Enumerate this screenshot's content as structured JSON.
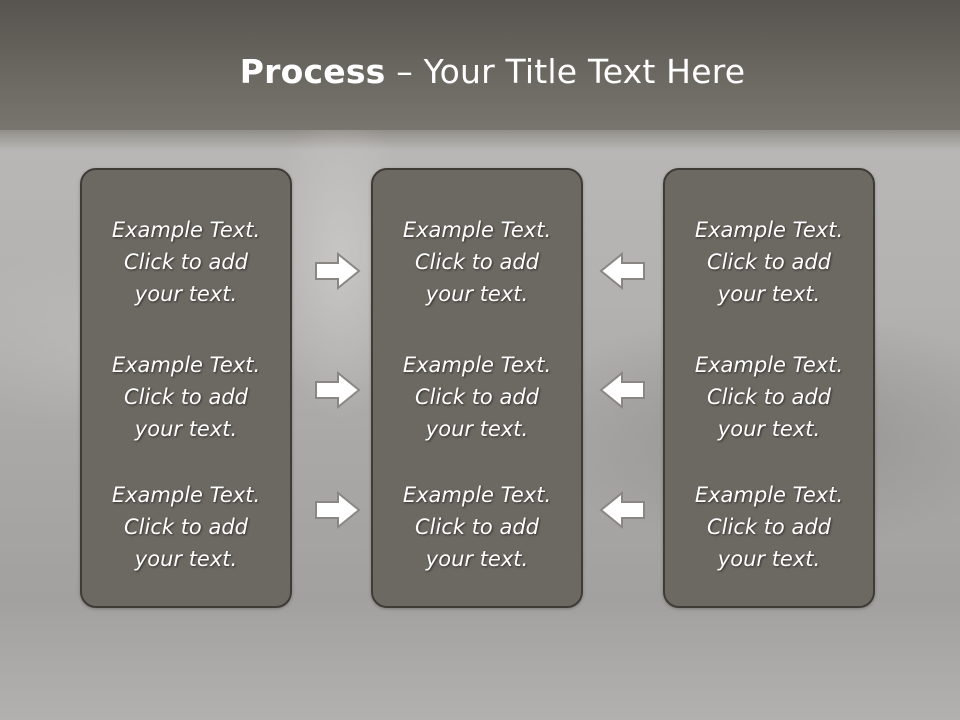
{
  "title": {
    "bold": "Process",
    "rest": " – Your Title Text Here"
  },
  "panels": [
    {
      "items": [
        {
          "line1": "Example Text.",
          "line2": "Click  to add",
          "line3": "your text."
        },
        {
          "line1": "Example Text.",
          "line2": "Click  to add",
          "line3": "your text."
        },
        {
          "line1": "Example Text.",
          "line2": "Click  to add",
          "line3": "your text."
        }
      ]
    },
    {
      "items": [
        {
          "line1": "Example Text.",
          "line2": "Click  to add",
          "line3": "your text."
        },
        {
          "line1": "Example Text.",
          "line2": "Click  to add",
          "line3": "your text."
        },
        {
          "line1": "Example Text.",
          "line2": "Click  to add",
          "line3": "your text."
        }
      ]
    },
    {
      "items": [
        {
          "line1": "Example Text.",
          "line2": "Click  to add",
          "line3": "your text."
        },
        {
          "line1": "Example Text.",
          "line2": "Click  to add",
          "line3": "your text."
        },
        {
          "line1": "Example Text.",
          "line2": "Click  to add",
          "line3": "your text."
        }
      ]
    }
  ],
  "arrows": {
    "left_column": "right-arrow-icon",
    "right_column": "left-arrow-icon"
  },
  "colors": {
    "panel_fill": "#6c6862",
    "panel_border": "#3f3c38",
    "arrow_fill": "#ffffff",
    "arrow_stroke": "#8a8783",
    "title_bar": "#6c6963",
    "text": "#ffffff"
  }
}
